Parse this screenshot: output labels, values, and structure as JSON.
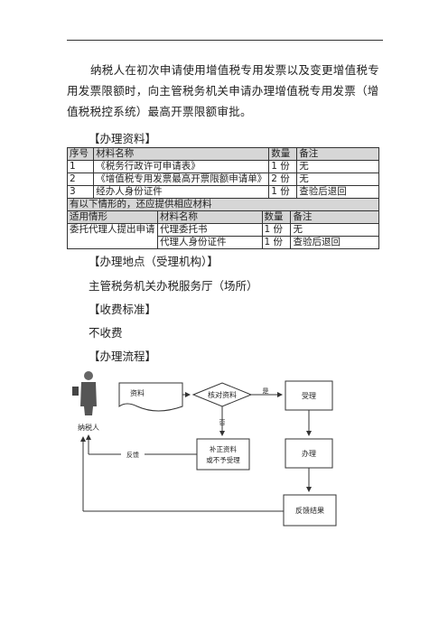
{
  "intro": "纳税人在初次申请使用增值税专用发票以及变更增值税专用发票限额时，向主管税务机关申请办理增值税专用发票（增值税税控系统）最高开票限额审批。",
  "sections": {
    "materials": "【办理资料】",
    "location": "【办理地点（受理机构）】",
    "location_text": "主管税务机关办税服务厅（场所）",
    "fee": "【收费标准】",
    "fee_text": "不收费",
    "process": "【办理流程】"
  },
  "table1": {
    "headers": [
      "序号",
      "材料名称",
      "数量",
      "备注"
    ],
    "rows": [
      [
        "1",
        "《税务行政许可申请表》",
        "1 份",
        "无"
      ],
      [
        "2",
        "《增值税专用发票最高开票限额申请单》",
        "2 份",
        "无"
      ],
      [
        "3",
        "经办人身份证件",
        "1 份",
        "查验后退回"
      ]
    ]
  },
  "table2": {
    "title": "有以下情形的，还应提供相应材料",
    "headers": [
      "适用情形",
      "材料名称",
      "数量",
      "备注"
    ],
    "case": "委托代理人提出申请",
    "rows": [
      [
        "代理委托书",
        "1 份",
        "无"
      ],
      [
        "代理人身份证件",
        "1 份",
        "查验后退回"
      ]
    ]
  },
  "flow": {
    "person": "纳税人",
    "materials": "资料",
    "verify": "核对资料",
    "yes": "是",
    "no": "否",
    "accept": "受理",
    "correct_line1": "补正资料",
    "correct_line2": "或不予受理",
    "feedback": "反馈",
    "handle": "办理",
    "result": "反馈结果"
  }
}
